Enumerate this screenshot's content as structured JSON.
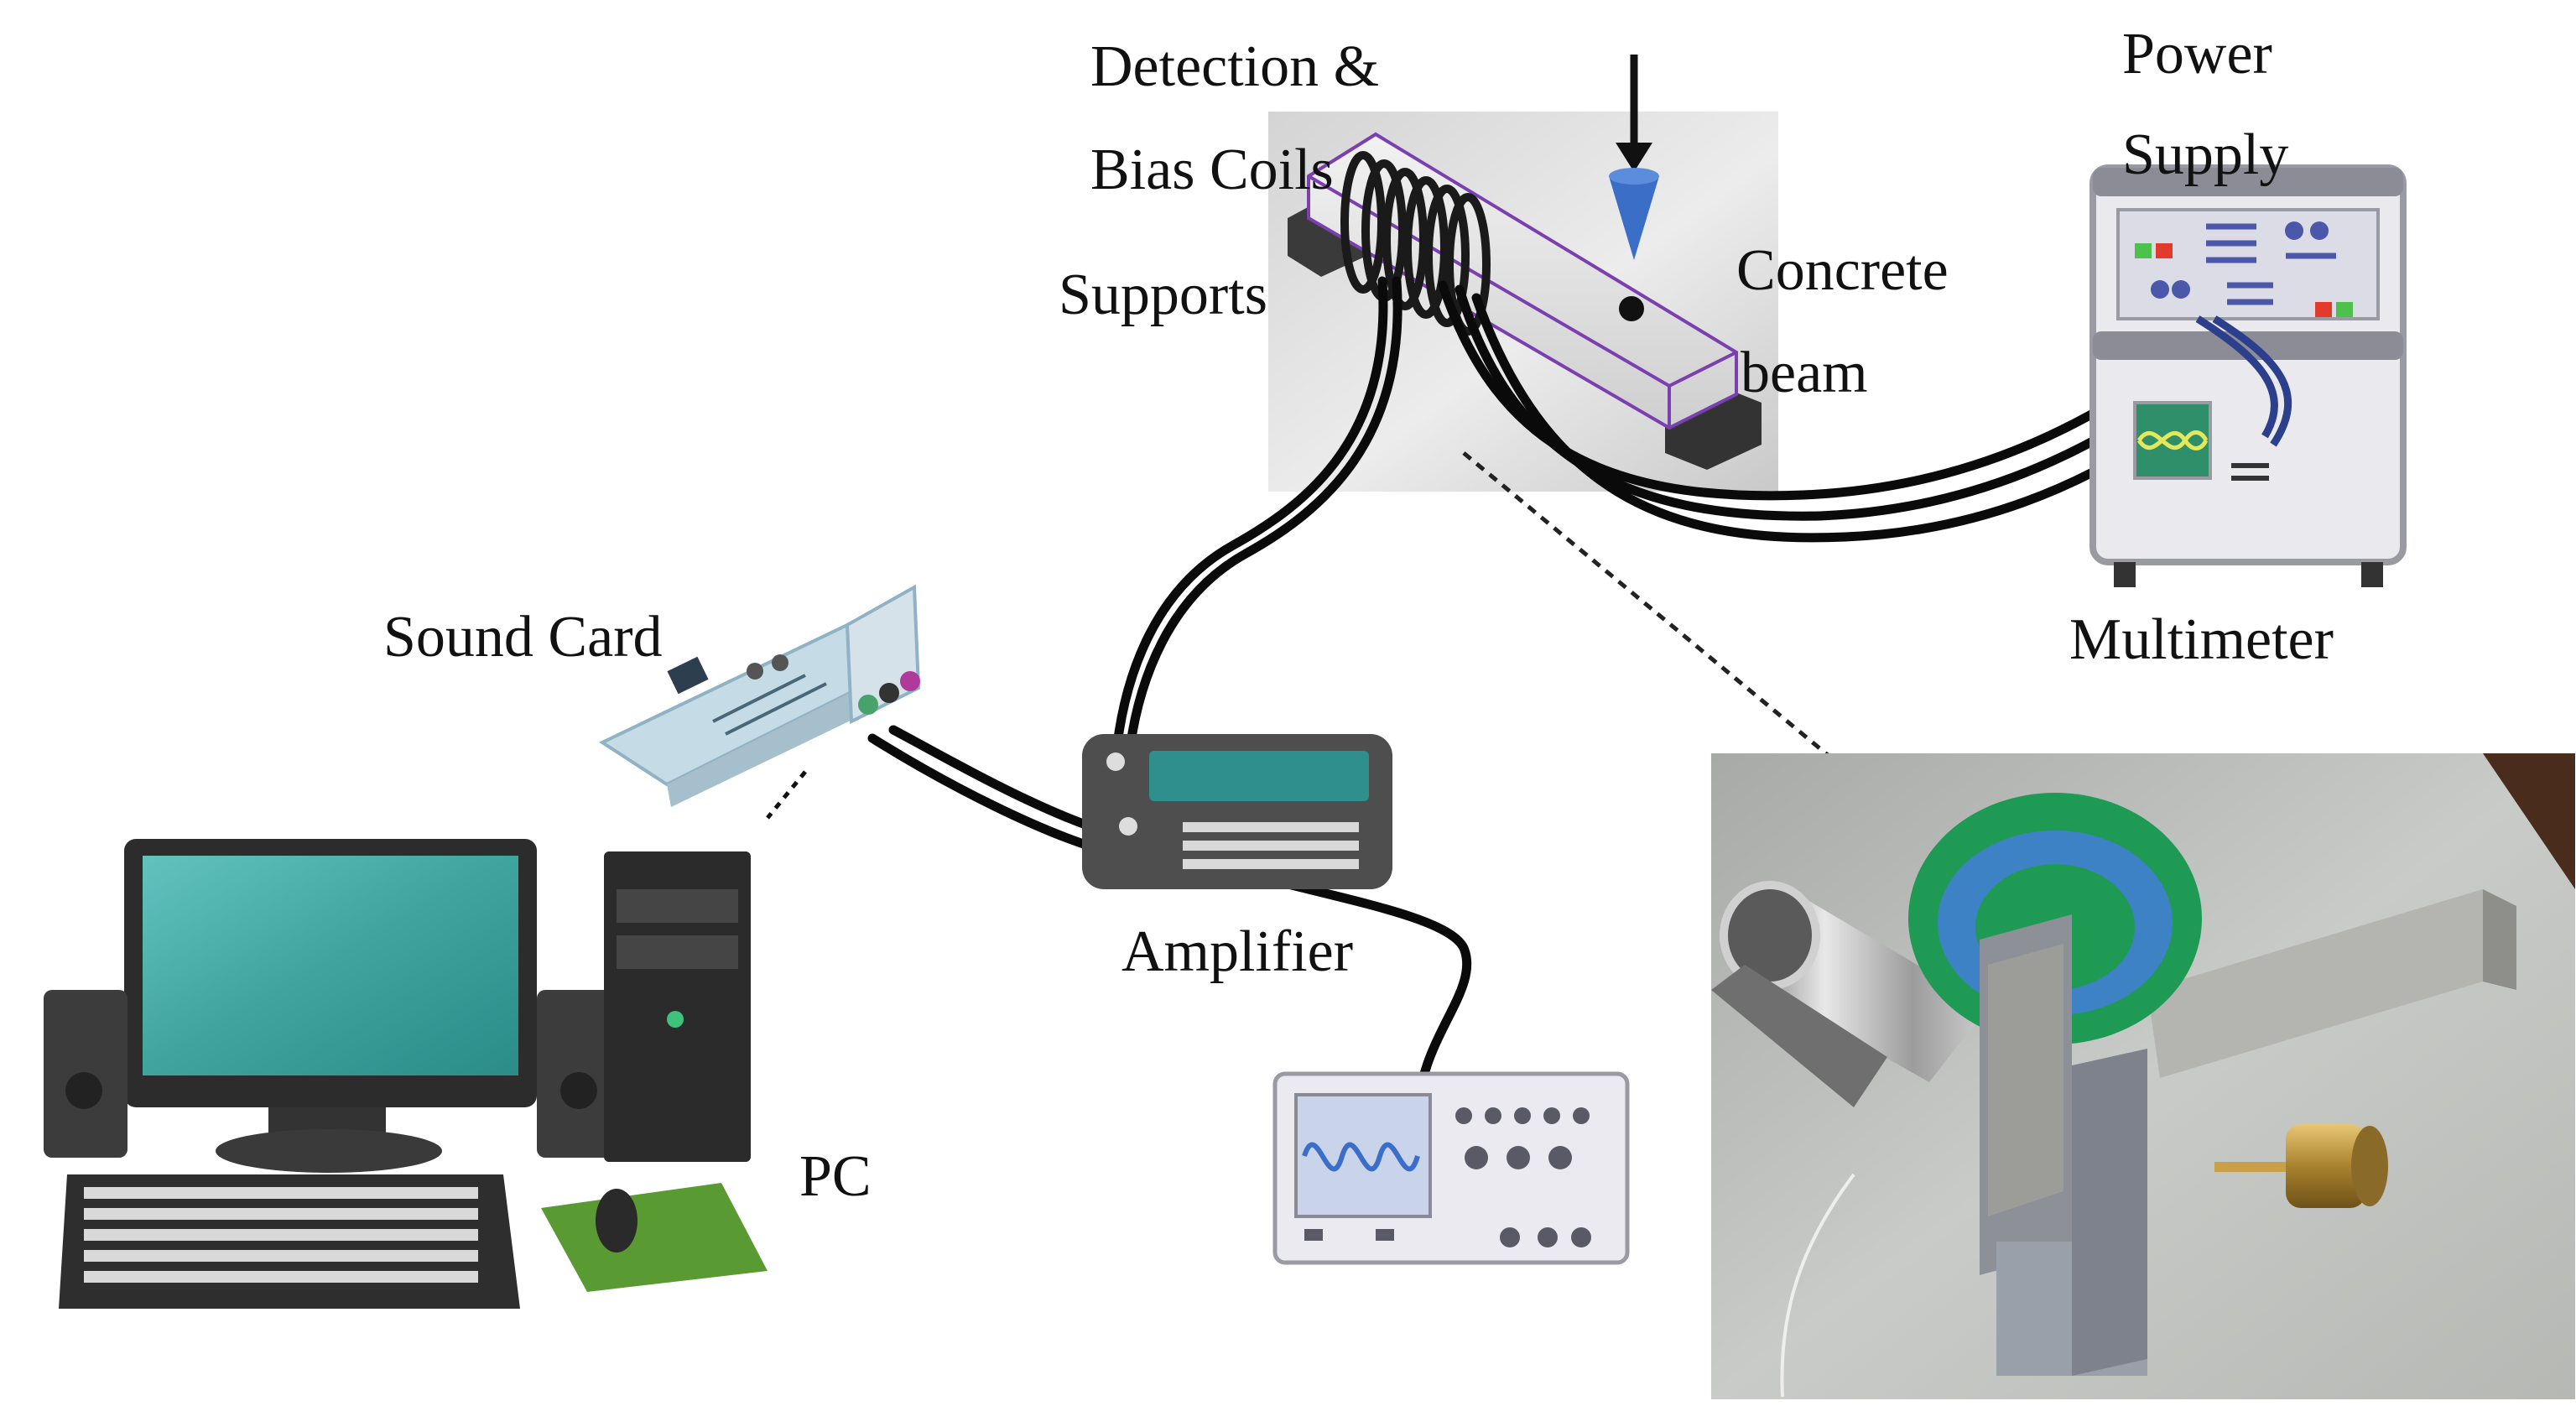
{
  "labels": {
    "detection_line1": "Detection &",
    "detection_line2": "Bias Coils",
    "supports": "Supports",
    "concrete_line1": "Concrete",
    "concrete_line2": "beam",
    "power_line1": "Power",
    "power_line2": "Supply",
    "multimeter": "Multimeter",
    "sound_card": "Sound Card",
    "amplifier": "Amplifier",
    "pc": "PC"
  },
  "colors": {
    "monitor_screen": "#3fa39e",
    "amp_display": "#2f8f8c",
    "coil_outline": "#7a3fb0",
    "impactor": "#3b6fc7",
    "cable": "#0a0a0a",
    "coil_green": "#1f9a55",
    "scope_wave": "#3a6ec9"
  },
  "icons": {
    "pc": "desktop-computer-icon",
    "sound_card": "sound-card-icon",
    "amplifier": "amplifier-icon",
    "oscilloscope": "oscilloscope-icon",
    "power_supply": "power-supply-rack-icon",
    "impactor": "impact-arrow-icon"
  }
}
